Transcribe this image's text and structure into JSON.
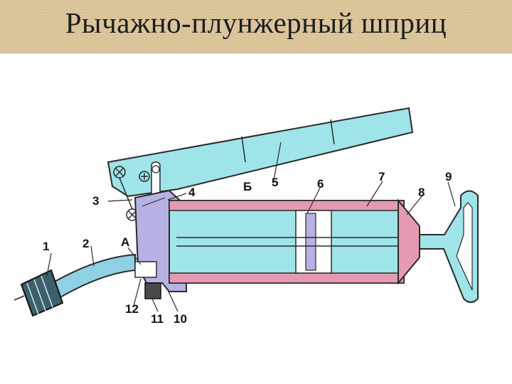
{
  "title": "Рычажно-плунжерный шприц",
  "labels": {
    "l1": "1",
    "l2": "2",
    "l3": "3",
    "l4": "4",
    "l5": "5",
    "l6": "6",
    "l7": "7",
    "l8": "8",
    "l9": "9",
    "l10": "10",
    "l11": "11",
    "l12": "12",
    "lA": "А",
    "lB": "Б"
  },
  "colors": {
    "cyan": "#9fe4e8",
    "pink": "#e49ab2",
    "lavender": "#b7b2e4",
    "hose": "#8fd0e2",
    "ink": "#2a2a2a",
    "title_bg": "#dcc69c"
  }
}
